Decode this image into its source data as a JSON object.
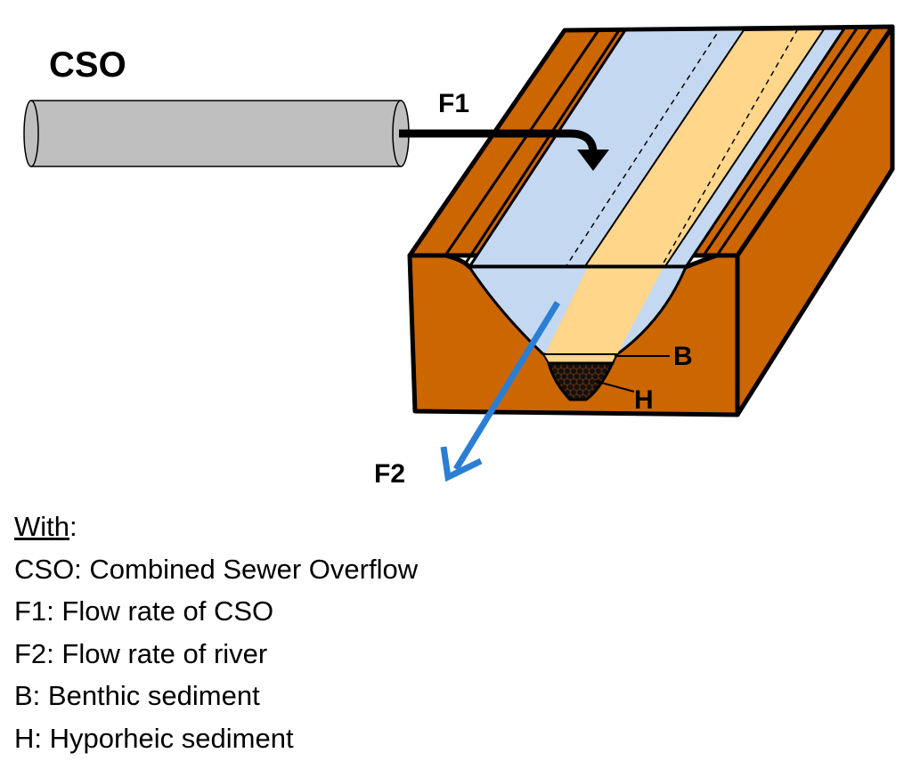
{
  "diagram": {
    "labels": {
      "cso": "CSO",
      "f1": "F1",
      "f2": "F2",
      "b": "B",
      "h": "H"
    },
    "colors": {
      "earth": "#cc6600",
      "water": "#c5d8f1",
      "sand": "#ffd68a",
      "pipe": "#bfbfbf",
      "f2_arrow": "#2a7fd4",
      "f1_arrow": "#000000"
    }
  },
  "legend": {
    "heading": "With",
    "heading_suffix": ":",
    "items": [
      "CSO: Combined Sewer Overflow",
      "F1: Flow rate of CSO",
      "F2: Flow rate of river",
      "B: Benthic sediment",
      "H: Hyporheic sediment"
    ]
  }
}
